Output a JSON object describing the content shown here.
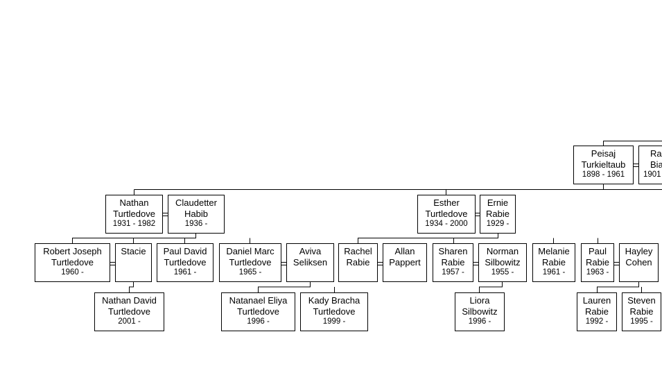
{
  "people": {
    "peisaj": {
      "first": "Peisaj",
      "last": "Turkieltaub",
      "years": "1898 - 1961"
    },
    "ra": {
      "first": "Ra",
      "last": "Bia",
      "years": "1901"
    },
    "nathan": {
      "first": "Nathan",
      "last": "Turtledove",
      "years": "1931 - 1982"
    },
    "claudetter": {
      "first": "Claudetter",
      "last": "Habib",
      "years": "1936 -"
    },
    "esther": {
      "first": "Esther",
      "last": "Turtledove",
      "years": "1934 - 2000"
    },
    "ernie": {
      "first": "Ernie",
      "last": "Rabie",
      "years": "1929 -"
    },
    "robert": {
      "first": "Robert Joseph",
      "last": "Turtledove",
      "years": "1960 -"
    },
    "stacie": {
      "first": "Stacie",
      "last": "",
      "years": ""
    },
    "pauldavid": {
      "first": "Paul David",
      "last": "Turtledove",
      "years": "1961 -"
    },
    "danielmarc": {
      "first": "Daniel Marc",
      "last": "Turtledove",
      "years": "1965 -"
    },
    "aviva": {
      "first": "Aviva",
      "last": "Seliksen",
      "years": ""
    },
    "rachel": {
      "first": "Rachel",
      "last": "Rabie",
      "years": ""
    },
    "allan": {
      "first": "Allan",
      "last": "Pappert",
      "years": ""
    },
    "sharen": {
      "first": "Sharen",
      "last": "Rabie",
      "years": "1957 -"
    },
    "norman": {
      "first": "Norman",
      "last": "Silbowitz",
      "years": "1955 -"
    },
    "melanie": {
      "first": "Melanie",
      "last": "Rabie",
      "years": "1961 -"
    },
    "paulrabie": {
      "first": "Paul",
      "last": "Rabie",
      "years": "1963 -"
    },
    "hayley": {
      "first": "Hayley",
      "last": "Cohen",
      "years": ""
    },
    "nathandavid": {
      "first": "Nathan David",
      "last": "Turtledove",
      "years": "2001 -"
    },
    "natanael": {
      "first": "Natanael Eliya",
      "last": "Turtledove",
      "years": "1996 -"
    },
    "kady": {
      "first": "Kady Bracha",
      "last": "Turtledove",
      "years": "1999 -"
    },
    "liora": {
      "first": "Liora",
      "last": "Silbowitz",
      "years": "1996 -"
    },
    "lauren": {
      "first": "Lauren",
      "last": "Rabie",
      "years": "1992 -"
    },
    "steven": {
      "first": "Steven",
      "last": "Rabie",
      "years": "1995 -"
    }
  }
}
